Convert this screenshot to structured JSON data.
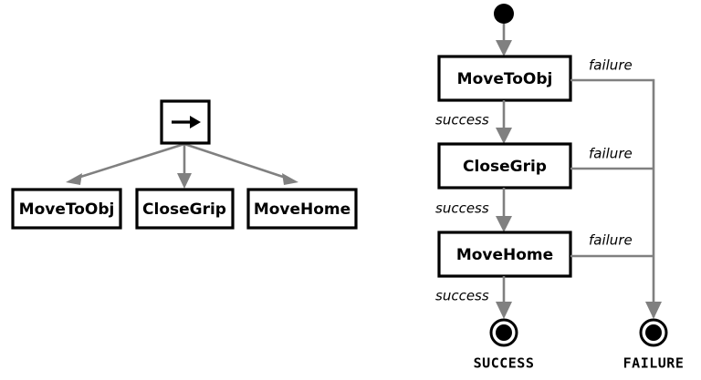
{
  "figure": {
    "background_color": "#ffffff",
    "line_color": "#808080",
    "box_stroke_color": "#000000",
    "text_color": "#000000"
  },
  "behavior_tree": {
    "root": {
      "icon": "sequence-arrow-icon",
      "glyph": "→",
      "label": ""
    },
    "children": [
      {
        "label": "MoveToObj"
      },
      {
        "label": "CloseGrip"
      },
      {
        "label": "MoveHome"
      }
    ]
  },
  "flowchart": {
    "start_node": {
      "name": "start-node",
      "label": ""
    },
    "steps": [
      {
        "label": "MoveToObj",
        "success_label": "success",
        "failure_label": "failure"
      },
      {
        "label": "CloseGrip",
        "success_label": "success",
        "failure_label": "failure"
      },
      {
        "label": "MoveHome",
        "success_label": "success",
        "failure_label": "failure"
      }
    ],
    "terminals": [
      {
        "name": "success-terminal",
        "label": "SUCCESS"
      },
      {
        "name": "failure-terminal",
        "label": "FAILURE"
      }
    ]
  }
}
